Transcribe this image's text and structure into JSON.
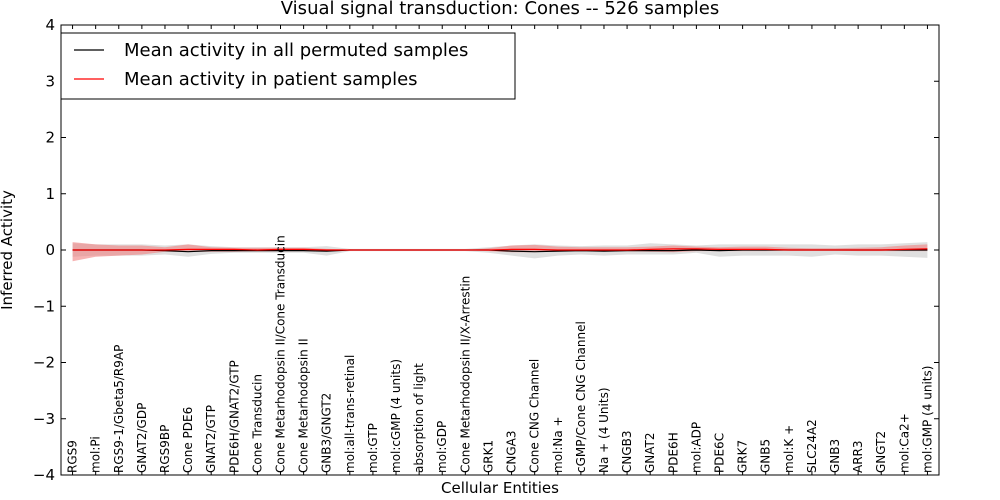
{
  "chart_data": {
    "type": "line",
    "title": "Visual signal transduction: Cones -- 526 samples",
    "xlabel": "Cellular Entities",
    "ylabel": "Inferred Activity",
    "ylim": [
      -4,
      4
    ],
    "yticks": [
      "4",
      "3",
      "2",
      "1",
      "0",
      "−1",
      "−2",
      "−3",
      "−4"
    ],
    "ytick_values": [
      4,
      3,
      2,
      1,
      0,
      -1,
      -2,
      -3,
      -4
    ],
    "grid": false,
    "legend_position": "top-left",
    "categories": [
      "RGS9",
      "mol:Pi",
      "RGS9-1/Gbeta5/R9AP",
      "GNAT2/GDP",
      "RGS9BP",
      "Cone PDE6",
      "GNAT2/GTP",
      "PDE6H/GNAT2/GTP",
      "Cone Transducin",
      "Cone Metarhodopsin II/Cone Transducin",
      "Cone Metarhodopsin II",
      "GNB3/GNGT2",
      "mol:all-trans-retinal",
      "mol:GTP",
      "mol:cGMP (4 units)",
      "absorption of light",
      "mol:GDP",
      "Cone Metarhodopsin II/X-Arrestin",
      "GRK1",
      "CNGA3",
      "Cone CNG Channel",
      "mol:Na +",
      "cGMP/Cone CNG Channel",
      "Na + (4 Units)",
      "CNGB3",
      "GNAT2",
      "PDE6H",
      "mol:ADP",
      "PDE6C",
      "GRK7",
      "GNB5",
      "mol:K +",
      "SLC24A2",
      "GNB3",
      "ARR3",
      "GNGT2",
      "mol:Ca2+",
      "mol:GMP (4 units)"
    ],
    "series": [
      {
        "name": "Mean activity in all permuted samples",
        "color": "#000000",
        "band_color": "#c0c0c0",
        "values": [
          0,
          0,
          0,
          0,
          -0.01,
          -0.03,
          -0.01,
          -0.01,
          -0.01,
          -0.01,
          -0.01,
          -0.02,
          0,
          0,
          0,
          0,
          0,
          0,
          0,
          -0.02,
          -0.03,
          -0.02,
          -0.01,
          -0.02,
          -0.01,
          -0.01,
          -0.01,
          0,
          -0.01,
          0,
          0,
          0,
          0,
          0,
          0,
          0,
          0,
          0
        ],
        "band_lower": [
          -0.12,
          -0.1,
          -0.1,
          -0.1,
          -0.08,
          -0.12,
          -0.07,
          -0.05,
          -0.05,
          -0.05,
          -0.05,
          -0.1,
          -0.02,
          -0.02,
          -0.02,
          -0.02,
          -0.02,
          -0.02,
          -0.05,
          -0.1,
          -0.15,
          -0.1,
          -0.08,
          -0.1,
          -0.08,
          -0.08,
          -0.08,
          -0.05,
          -0.12,
          -0.1,
          -0.1,
          -0.1,
          -0.12,
          -0.08,
          -0.1,
          -0.1,
          -0.12,
          -0.14
        ],
        "band_upper": [
          0.12,
          0.1,
          0.1,
          0.1,
          0.08,
          0.1,
          0.07,
          0.05,
          0.05,
          0.05,
          0.05,
          0.07,
          0.02,
          0.02,
          0.02,
          0.02,
          0.02,
          0.02,
          0.05,
          0.08,
          0.1,
          0.08,
          0.07,
          0.08,
          0.08,
          0.12,
          0.1,
          0.08,
          0.1,
          0.1,
          0.1,
          0.1,
          0.1,
          0.08,
          0.1,
          0.1,
          0.12,
          0.14
        ]
      },
      {
        "name": "Mean activity in patient samples",
        "color": "#ff0000",
        "band_color": "#f08080",
        "values": [
          0,
          0,
          0,
          0,
          0,
          0.01,
          0.01,
          0.01,
          0,
          0.01,
          0.01,
          0,
          0,
          0,
          0,
          0,
          0,
          0,
          0,
          0.01,
          0.01,
          0,
          0,
          0,
          0,
          0.01,
          0.02,
          0.02,
          0.01,
          0.01,
          0.01,
          0,
          0,
          0,
          0,
          0,
          0.01,
          0.02
        ],
        "band_lower": [
          -0.2,
          -0.12,
          -0.1,
          -0.08,
          -0.03,
          -0.03,
          -0.03,
          -0.03,
          -0.02,
          -0.02,
          -0.02,
          -0.01,
          -0.01,
          0,
          0,
          0,
          0,
          0,
          -0.02,
          -0.04,
          -0.04,
          -0.02,
          -0.02,
          -0.02,
          -0.02,
          -0.03,
          -0.04,
          -0.02,
          -0.02,
          -0.02,
          -0.02,
          -0.01,
          -0.01,
          -0.01,
          -0.02,
          -0.02,
          -0.02,
          -0.02
        ],
        "band_upper": [
          0.14,
          0.1,
          0.08,
          0.08,
          0.05,
          0.1,
          0.05,
          0.04,
          0.04,
          0.04,
          0.04,
          0.02,
          0.01,
          0,
          0,
          0,
          0,
          0,
          0.03,
          0.08,
          0.09,
          0.06,
          0.05,
          0.05,
          0.05,
          0.06,
          0.08,
          0.06,
          0.05,
          0.06,
          0.06,
          0.04,
          0.03,
          0.03,
          0.04,
          0.05,
          0.08,
          0.1
        ]
      }
    ]
  }
}
